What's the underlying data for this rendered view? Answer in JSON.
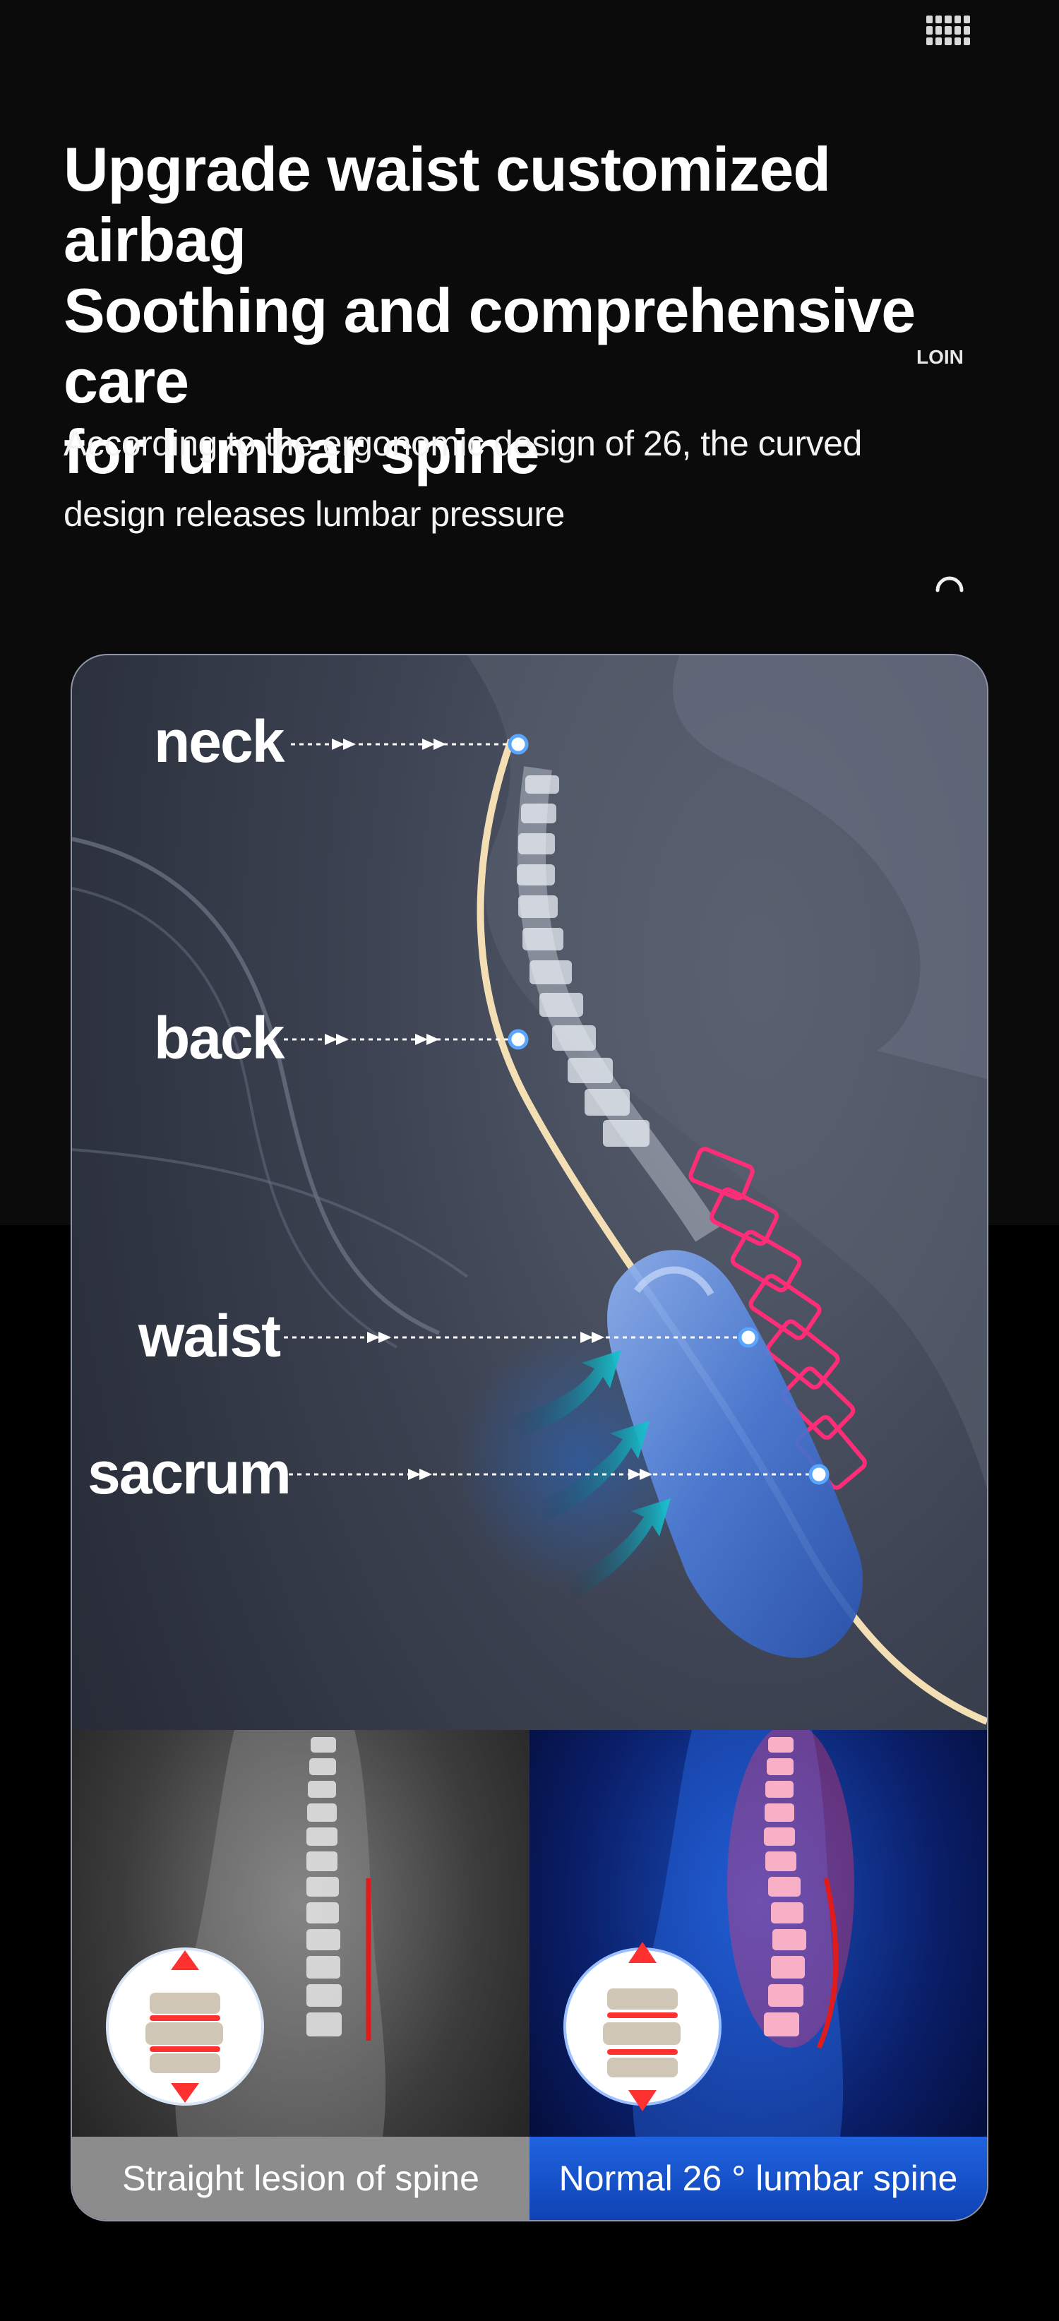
{
  "header": {
    "menu_icon": "grid-dots-icon",
    "headline_lines": [
      "Upgrade waist customized airbag",
      "Soothing and comprehensive care",
      "for lumbar spine"
    ],
    "tag": "LOIN",
    "subtext_lines": [
      "According to the ergonomic design of 26, the curved",
      "design releases lumbar pressure"
    ],
    "loader_icon": "loading-arc-icon"
  },
  "diagram": {
    "labels": {
      "neck": "neck",
      "back": "back",
      "waist": "waist",
      "sacrum": "sacrum"
    },
    "colors": {
      "spine": "#e9eef5",
      "lumbar_highlight": "#ff2d78",
      "airbag": "#4d7fd8",
      "support_curve": "#f3dfb3",
      "arrows": "#17b6c4",
      "marker": "#5aa6ff"
    }
  },
  "comparison": {
    "left_caption": "Straight lesion of spine",
    "right_caption": "Normal 26 ° lumbar spine",
    "colors": {
      "left_caption_bg": "#8c8c8c",
      "right_caption_bg": "#1f63e0",
      "pain_marker": "#ff3030"
    }
  }
}
